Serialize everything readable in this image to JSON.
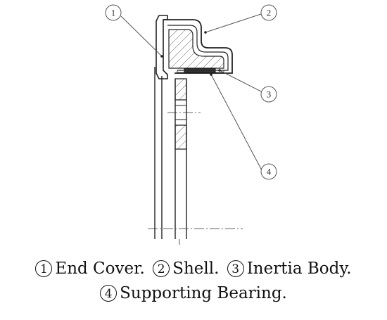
{
  "callouts": [
    {
      "number": "1"
    },
    {
      "number": "2"
    },
    {
      "number": "3"
    },
    {
      "number": "4"
    }
  ],
  "caption": {
    "items": [
      {
        "number": "1",
        "text": "End Cover."
      },
      {
        "number": "2",
        "text": "Shell."
      },
      {
        "number": "3",
        "text": "Inertia Body."
      },
      {
        "number": "4",
        "text": "Supporting Bearing."
      }
    ]
  },
  "colors": {
    "line": "#222222",
    "hatch": "#555555",
    "callout": "#555555"
  }
}
